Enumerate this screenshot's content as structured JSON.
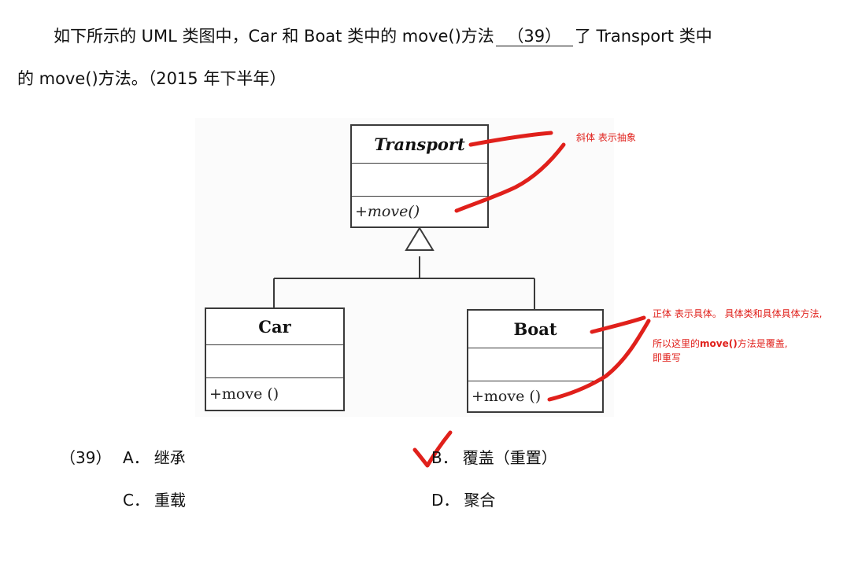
{
  "question": {
    "line1_before_blank": "如下所示的 UML 类图中，Car 和 Boat 类中的 move()方法",
    "blank": "（39）",
    "line1_after_blank": "了 Transport 类中",
    "line2": "的 move()方法。（2015 年下半年）"
  },
  "diagram": {
    "parent": {
      "name": "Transport",
      "method": "+move()"
    },
    "children": [
      {
        "name": "Car",
        "method": "+move ()"
      },
      {
        "name": "Boat",
        "method": "+move ()"
      }
    ]
  },
  "annotations": {
    "abstract_note": "斜体 表示抽象",
    "concrete_note_1": "正体 表示具体。 具体类和具体具体方法,",
    "concrete_note_2_before": "所以这里的",
    "concrete_note_2_bold": "move()",
    "concrete_note_2_after": "方法是覆盖,",
    "concrete_note_3": "即重写"
  },
  "options": {
    "number": "（39）",
    "A": {
      "letter": "A．",
      "text": "继承"
    },
    "B": {
      "letter": "B．",
      "text": "覆盖（重置）"
    },
    "C": {
      "letter": "C．",
      "text": "重载"
    },
    "D": {
      "letter": "D．",
      "text": "聚合"
    },
    "marked_answer": "B"
  },
  "colors": {
    "annotation": "#e0201b",
    "line": "#3a3a3a"
  },
  "icons": [
    "checkmark-icon"
  ]
}
